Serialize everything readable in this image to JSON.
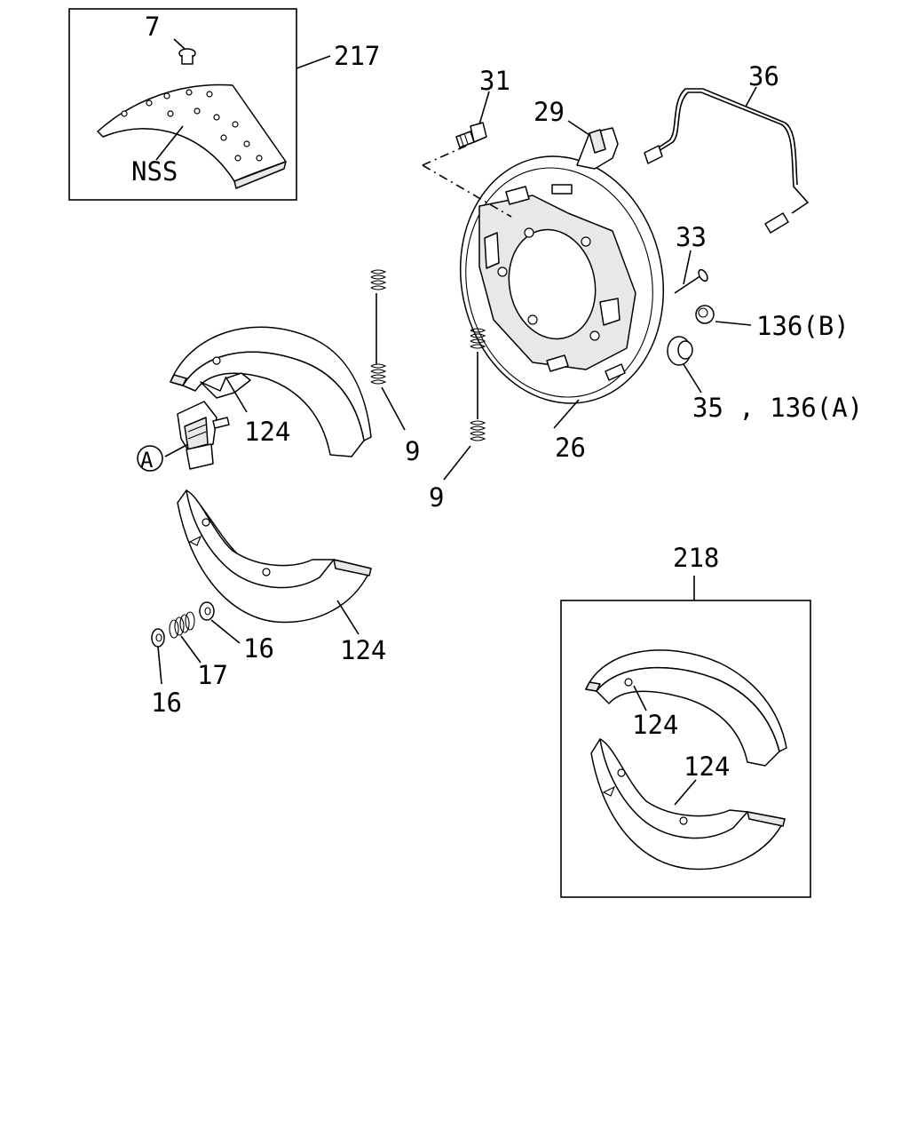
{
  "labels": {
    "p7": "7",
    "p217": "217",
    "nss": "NSS",
    "p31": "31",
    "p29": "29",
    "p36": "36",
    "p33": "33",
    "p136b": "136(B)",
    "p35_136a": "35 , 136(A)",
    "p26": "26",
    "p9_upper": "9",
    "p9_lower": "9",
    "p124_upper": "124",
    "callout_a": "A",
    "p124_lower": "124",
    "p16_right": "16",
    "p17": "17",
    "p16_left": "16",
    "p218": "218",
    "p124_kit_upper": "124",
    "p124_kit_lower": "124"
  },
  "colors": {
    "line": "#000000",
    "background": "#ffffff"
  }
}
